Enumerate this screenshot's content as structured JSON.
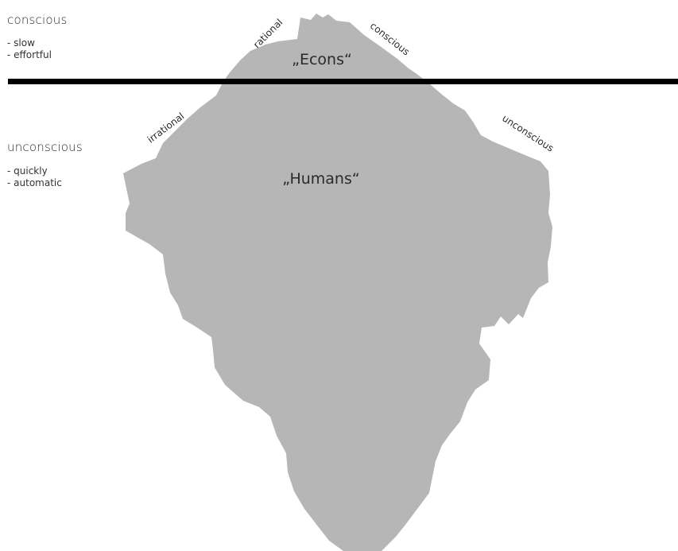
{
  "colors": {
    "iceberg_fill": "#b6b6b6",
    "waterline": "#000000",
    "text": "#2a2a2a",
    "background": "#ffffff"
  },
  "conscious": {
    "title": "conscious",
    "traits": [
      "slow",
      "effortful"
    ]
  },
  "unconscious": {
    "title": "unconscious",
    "traits": [
      "quickly",
      "automatic"
    ]
  },
  "iceberg": {
    "top_label": "„Econs“",
    "bottom_label": "„Humans“",
    "top_left_tag": "rational",
    "top_right_tag": "conscious",
    "bottom_left_tag": "irrational",
    "bottom_right_tag": "unconscious"
  }
}
